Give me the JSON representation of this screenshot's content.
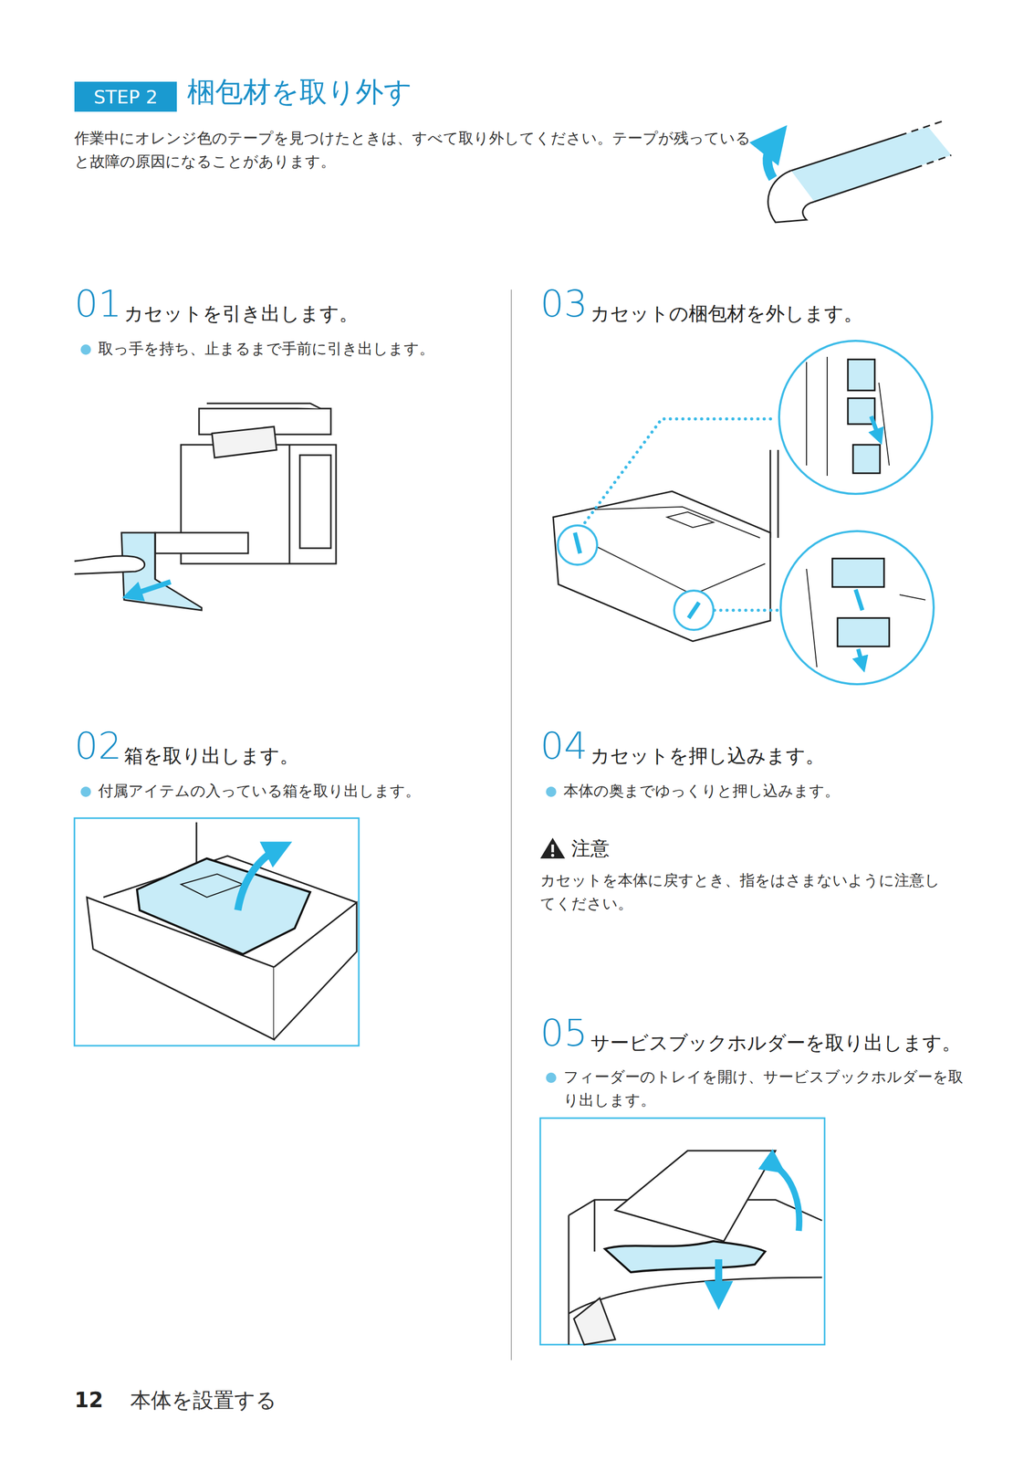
{
  "diagram": {
    "title": "梱包材を取り外す",
    "nodes": [
      {
        "text": [
          "STEP 2"
        ]
      }
    ],
    "labels": [
      "作業中にオレンジ色のテープを見つけたときは、すべて取り外してください。テープが残っていると故障の原因になることがあります。",
      "01",
      "カセットを引き出します。",
      "取っ手を持ち、止まるまで手前に引き出します。",
      "02",
      "箱を取り出します。",
      "付属アイテムの入っている箱を取り出します。",
      "03",
      "カセットの梱包材を外します。",
      "04",
      "カセットを押し込みます。",
      "本体の奥までゆっくりと押し込みます。",
      "注意",
      "カセットを本体に戻すとき、指をはさまないように注意してください。",
      "05",
      "サービスブックホルダーを取り出します。",
      "フィーダーのトレイを開け、サービスブックホルダーを取り出します。",
      "12",
      "本体を設置する"
    ]
  }
}
